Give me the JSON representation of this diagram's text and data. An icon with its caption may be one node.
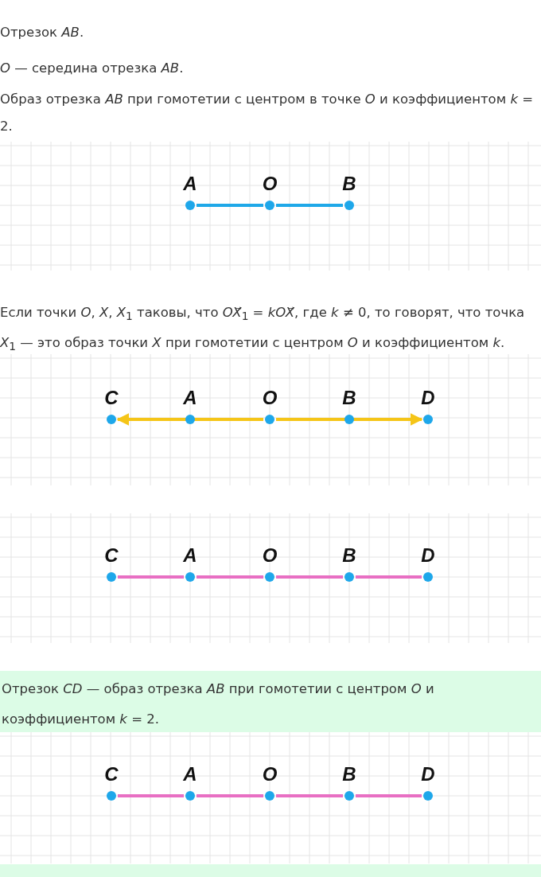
{
  "diagram": {
    "nodes": [
      {
        "text": [
          "A"
        ]
      },
      {
        "text": [
          "O"
        ]
      },
      {
        "text": [
          "B"
        ]
      },
      {
        "text": [
          "C"
        ]
      },
      {
        "text": [
          "A"
        ]
      },
      {
        "text": [
          "O"
        ]
      },
      {
        "text": [
          "B"
        ]
      },
      {
        "text": [
          "D"
        ]
      },
      {
        "text": [
          "C"
        ]
      },
      {
        "text": [
          "A"
        ]
      },
      {
        "text": [
          "O"
        ]
      },
      {
        "text": [
          "B"
        ]
      },
      {
        "text": [
          "D"
        ]
      },
      {
        "text": [
          "Отрезок *CD* — образ отрезка *AB* при гомотетии с центром *O* и коэффициентом *k* = 2."
        ]
      },
      {
        "text": [
          "C"
        ]
      },
      {
        "text": [
          "A"
        ]
      },
      {
        "text": [
          "O"
        ]
      },
      {
        "text": [
          "B"
        ]
      },
      {
        "text": [
          "D"
        ]
      }
    ],
    "edges": [
      {
        "from": 0,
        "to": 1,
        "arrow": "none",
        "color": "#1fa8e8"
      },
      {
        "from": 1,
        "to": 2,
        "arrow": "none",
        "color": "#1fa8e8"
      },
      {
        "from": 5,
        "to": 3,
        "arrow": "to",
        "color": "#f5c518"
      },
      {
        "from": 5,
        "to": 7,
        "arrow": "to",
        "color": "#f5c518"
      },
      {
        "from": 8,
        "to": 9,
        "arrow": "none"
      },
      {
        "from": 9,
        "to": 10,
        "arrow": "none"
      },
      {
        "from": 10,
        "to": 11,
        "arrow": "none"
      },
      {
        "from": 11,
        "to": 12,
        "arrow": "none"
      },
      {
        "from": 14,
        "to": 15,
        "arrow": "none"
      },
      {
        "from": 15,
        "to": 16,
        "arrow": "none"
      },
      {
        "from": 16,
        "to": 17,
        "arrow": "none"
      },
      {
        "from": 17,
        "to": 18,
        "arrow": "none"
      }
    ],
    "labels": [
      "Отрезок *AB*.",
      "*O* — середина отрезка *AB*.",
      "Образ отрезка *AB* при гомотетии с центром в точке *O* и коэффициентом *k* = 2.",
      "Если точки *O*, *X*, *X*$_{1}$ таковы, что *OX*⃗$_{1}$ = *kOX*⃗, где *k* ≠ 0, то говорят, что точка *X*$_{1}$ — это образ точки *X* при гомотетии с центром *O* и коэффициентом *k*."
    ]
  }
}
